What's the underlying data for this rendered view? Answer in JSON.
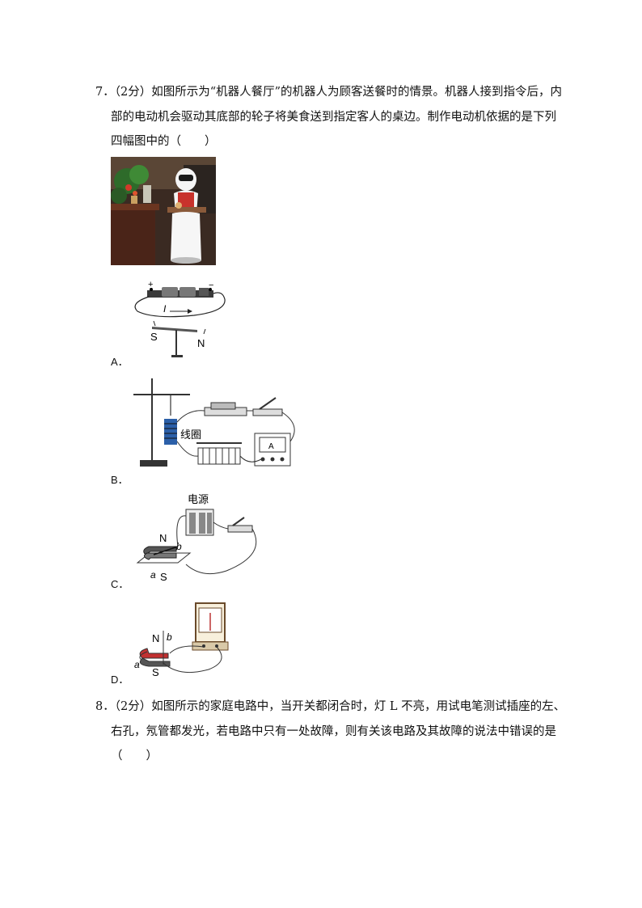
{
  "q7": {
    "number": "7．",
    "score": "（2分）",
    "line1": "如图所示为“机器人餐厅”的机器人为顾客送餐时的情景。机器人接到指令后，内",
    "line2": "部的电动机会驱动其底部的轮子将美食送到指定客人的桌边。制作电动机依据的是下列",
    "line3": "四幅图中的（　　）",
    "options": {
      "a": "A．",
      "b": "B．",
      "c": "C．",
      "d": "D．"
    },
    "figA": {
      "plus": "+",
      "minus": "−",
      "current": "I",
      "s": "S",
      "n": "N"
    },
    "figB": {
      "coil": "线圈",
      "meter": "A"
    },
    "figC": {
      "power": "电源",
      "n": "N",
      "s": "S",
      "a": "a",
      "b": "b"
    },
    "figD": {
      "n": "N",
      "s": "S",
      "a": "a",
      "b": "b"
    }
  },
  "q8": {
    "number": "8．",
    "score": "（2分）",
    "line1": "如图所示的家庭电路中，当开关都闭合时，灯 L 不亮，用试电笔测试插座的左、",
    "line2": "右孔，氖管都发光，若电路中只有一处故障，则有关该电路及其故障的说法中错误的是",
    "line3": "（　　）"
  }
}
